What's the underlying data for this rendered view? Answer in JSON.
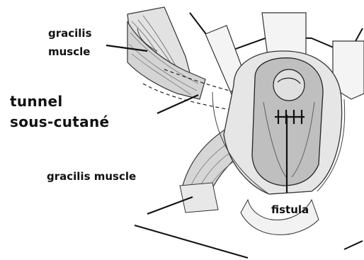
{
  "labels": {
    "gracilis_top_line1": "gracilis",
    "gracilis_top_line2": "muscle",
    "tunnel_line1": "tunnel",
    "tunnel_line2": "sous-cutané",
    "gracilis_bottom": "gracilis muscle",
    "fistula": "fistula"
  },
  "colors": {
    "ink": "#111111",
    "muscle_fill": "#d9d9d9",
    "skin_fill": "#efefef",
    "tissue_fill": "#bdbdbd"
  }
}
